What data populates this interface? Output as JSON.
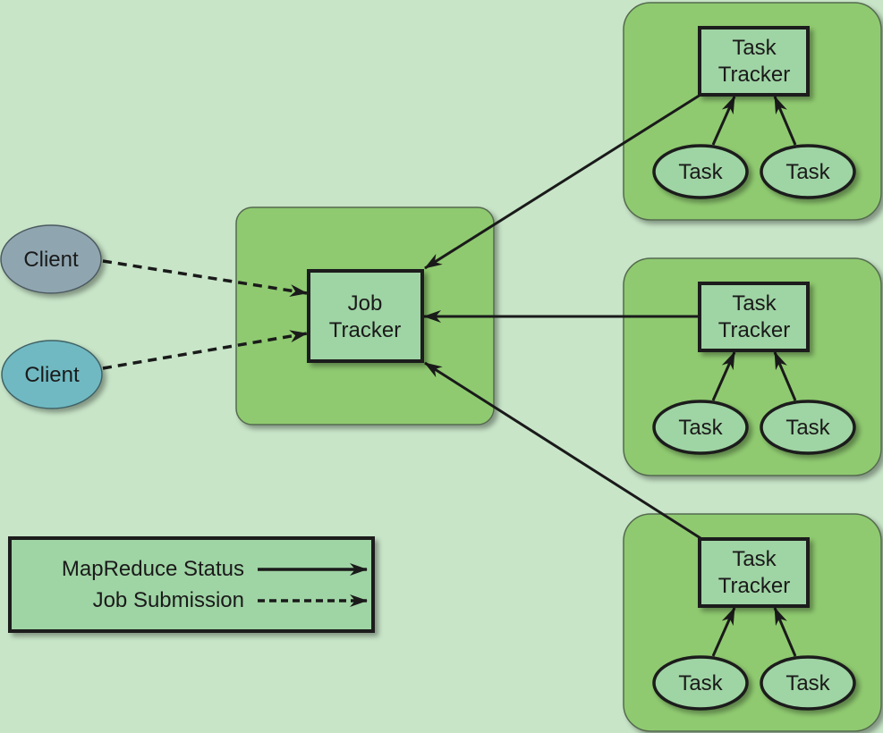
{
  "colors": {
    "background": "#c8e5c8",
    "node_group": "#8fca70",
    "box_fill": "#9fd4a4",
    "client_1": "#8fa6b1",
    "client_2": "#6fb9c2",
    "stroke": "#1a1a1a"
  },
  "clients": [
    {
      "label": "Client",
      "id": "client-1"
    },
    {
      "label": "Client",
      "id": "client-2"
    }
  ],
  "job_tracker": {
    "line1": "Job",
    "line2": "Tracker"
  },
  "task_trackers": [
    {
      "line1": "Task",
      "line2": "Tracker",
      "tasks": [
        "Task",
        "Task"
      ]
    },
    {
      "line1": "Task",
      "line2": "Tracker",
      "tasks": [
        "Task",
        "Task"
      ]
    },
    {
      "line1": "Task",
      "line2": "Tracker",
      "tasks": [
        "Task",
        "Task"
      ]
    }
  ],
  "edges": [
    {
      "from": "client-1",
      "to": "job-tracker",
      "type": "job-submission"
    },
    {
      "from": "client-2",
      "to": "job-tracker",
      "type": "job-submission"
    },
    {
      "from": "task-tracker-1",
      "to": "job-tracker",
      "type": "mapreduce-status"
    },
    {
      "from": "task-tracker-2",
      "to": "job-tracker",
      "type": "mapreduce-status"
    },
    {
      "from": "task-tracker-3",
      "to": "job-tracker",
      "type": "mapreduce-status"
    },
    {
      "from": "task-1a",
      "to": "task-tracker-1",
      "type": "mapreduce-status"
    },
    {
      "from": "task-1b",
      "to": "task-tracker-1",
      "type": "mapreduce-status"
    },
    {
      "from": "task-2a",
      "to": "task-tracker-2",
      "type": "mapreduce-status"
    },
    {
      "from": "task-2b",
      "to": "task-tracker-2",
      "type": "mapreduce-status"
    },
    {
      "from": "task-3a",
      "to": "task-tracker-3",
      "type": "mapreduce-status"
    },
    {
      "from": "task-3b",
      "to": "task-tracker-3",
      "type": "mapreduce-status"
    }
  ],
  "legend": {
    "items": [
      {
        "label": "MapReduce Status",
        "style": "solid"
      },
      {
        "label": "Job Submission",
        "style": "dashed"
      }
    ]
  }
}
